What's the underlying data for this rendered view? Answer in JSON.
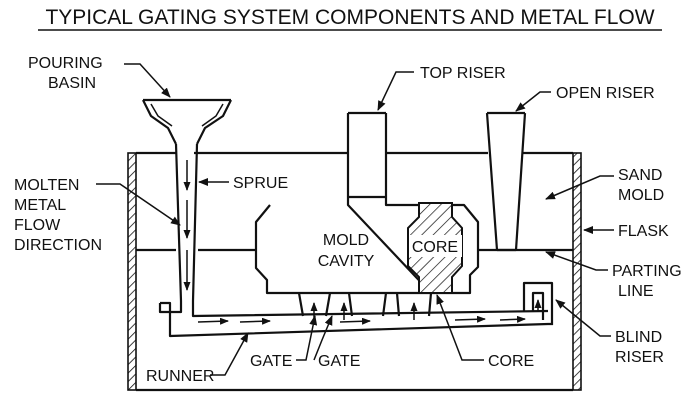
{
  "title": "TYPICAL GATING SYSTEM COMPONENTS AND METAL FLOW",
  "labels": {
    "pouring_basin_1": "POURING",
    "pouring_basin_2": "BASIN",
    "sprue": "SPRUE",
    "molten_1": "MOLTEN",
    "molten_2": "METAL",
    "molten_3": "FLOW",
    "molten_4": "DIRECTION",
    "top_riser": "TOP RISER",
    "open_riser": "OPEN RISER",
    "sand_mold_1": "SAND",
    "sand_mold_2": "MOLD",
    "flask": "FLASK",
    "parting_line_1": "PARTING",
    "parting_line_2": "LINE",
    "mold_cavity_1": "MOLD",
    "mold_cavity_2": "CAVITY",
    "core_inner": "CORE",
    "core_bottom": "CORE",
    "blind_riser_1": "BLIND",
    "blind_riser_2": "RISER",
    "runner": "RUNNER",
    "gate_1": "GATE",
    "gate_2": "GATE"
  },
  "colors": {
    "line": "#111111",
    "background": "#ffffff"
  }
}
